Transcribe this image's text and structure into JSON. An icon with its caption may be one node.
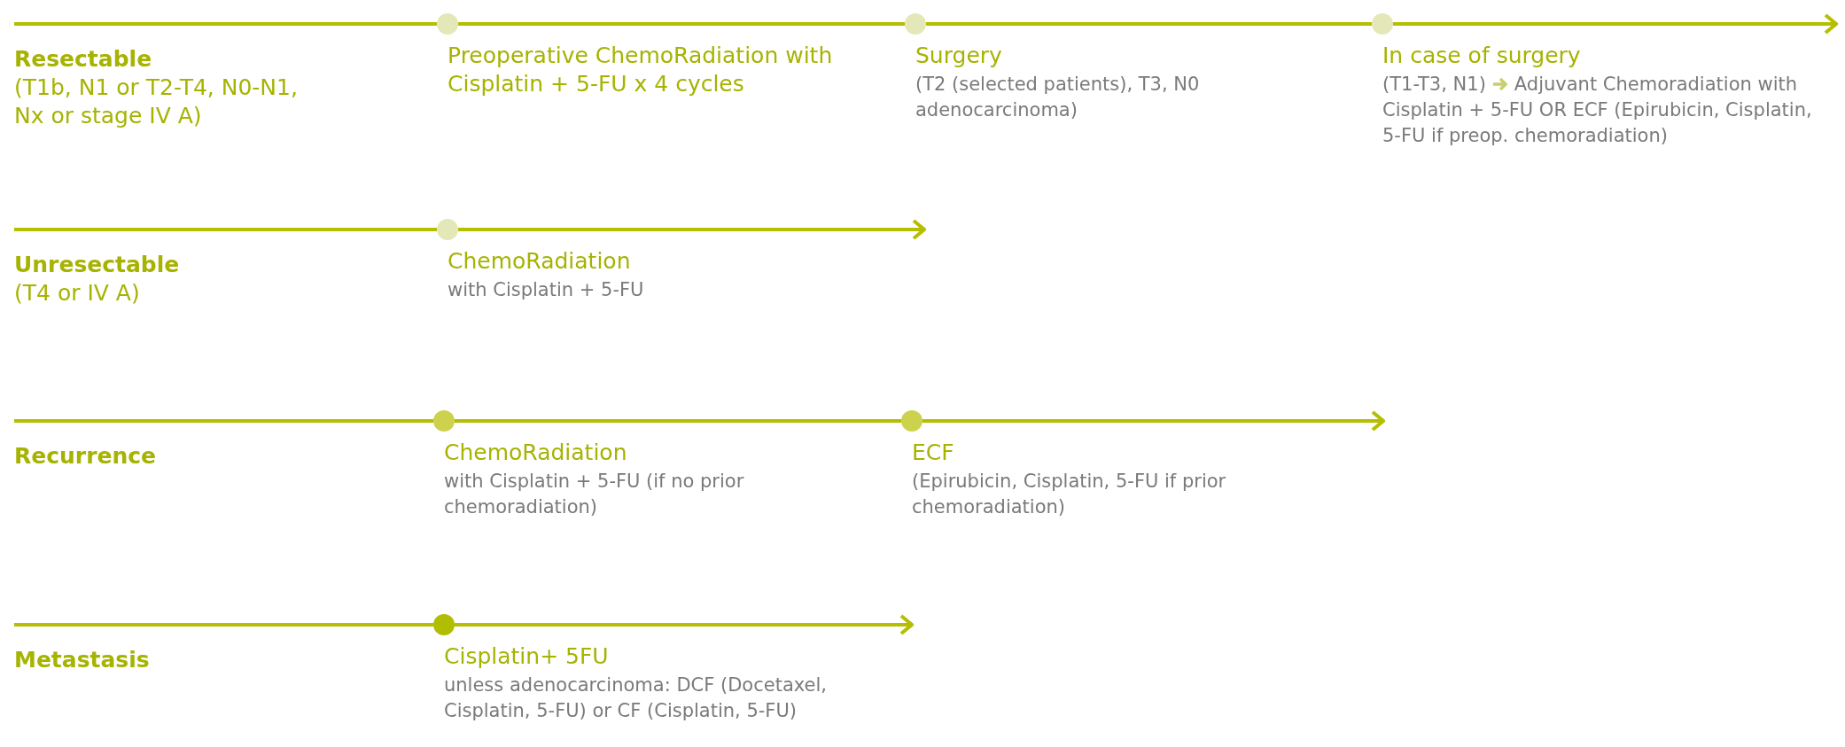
{
  "diagram": {
    "nodes": [
      {
        "text": [
          "Resectable",
          "(T1b, N1 or T2-T4, N0-N1, Nx or stage IV A)"
        ]
      },
      {
        "text": [],
        "shape": "circle",
        "beside": [
          "Preoperative ChemoRadiation with Cisplatin + 5-FU x 4 cycles"
        ]
      },
      {
        "text": [],
        "shape": "circle",
        "beside": [
          "Surgery",
          "(T2 (selected patients), T3, N0 adenocarcinoma)"
        ]
      },
      {
        "text": [],
        "shape": "circle",
        "beside": [
          "In case of surgery",
          "(T1-T3, N1)",
          "Adjuvant Chemoradiation with Cisplatin + 5-FU OR ECF (Epirubicin, Cisplatin, 5-FU if preop. chemoradiation)"
        ]
      },
      {
        "text": [
          "Unresectable",
          "(T4 or IV A)"
        ]
      },
      {
        "text": [],
        "shape": "circle",
        "beside": [
          "ChemoRadiation",
          "with Cisplatin + 5-FU"
        ]
      },
      {
        "text": [
          "Recurrence"
        ]
      },
      {
        "text": [],
        "shape": "circle",
        "beside": [
          "ChemoRadiation",
          "with Cisplatin + 5-FU (if no prior chemoradiation)"
        ]
      },
      {
        "text": [],
        "shape": "circle",
        "beside": [
          "ECF",
          "(Epirubicin, Cisplatin, 5-FU if prior chemoradiation)"
        ]
      },
      {
        "text": [
          "Metastasis"
        ]
      },
      {
        "text": [],
        "shape": "circle",
        "beside": [
          "Cisplatin+ 5FU",
          "unless adenocarcinoma: DCF (Docetaxel, Cisplatin, 5-FU) or CF (Cisplatin, 5-FU)"
        ]
      }
    ],
    "edges": [
      {
        "from": 0,
        "to": 1,
        "arrow": "none"
      },
      {
        "from": 1,
        "to": 2,
        "arrow": "none"
      },
      {
        "from": 2,
        "to": 3,
        "arrow": "none"
      },
      {
        "from": 3,
        "to": null,
        "arrow": "to"
      },
      {
        "from": 4,
        "to": 5,
        "arrow": "none"
      },
      {
        "from": 5,
        "to": null,
        "arrow": "to"
      },
      {
        "from": 6,
        "to": 7,
        "arrow": "none"
      },
      {
        "from": 7,
        "to": 8,
        "arrow": "none"
      },
      {
        "from": 8,
        "to": null,
        "arrow": "to"
      },
      {
        "from": 9,
        "to": 10,
        "arrow": "none"
      },
      {
        "from": 10,
        "to": null,
        "arrow": "to"
      }
    ]
  }
}
